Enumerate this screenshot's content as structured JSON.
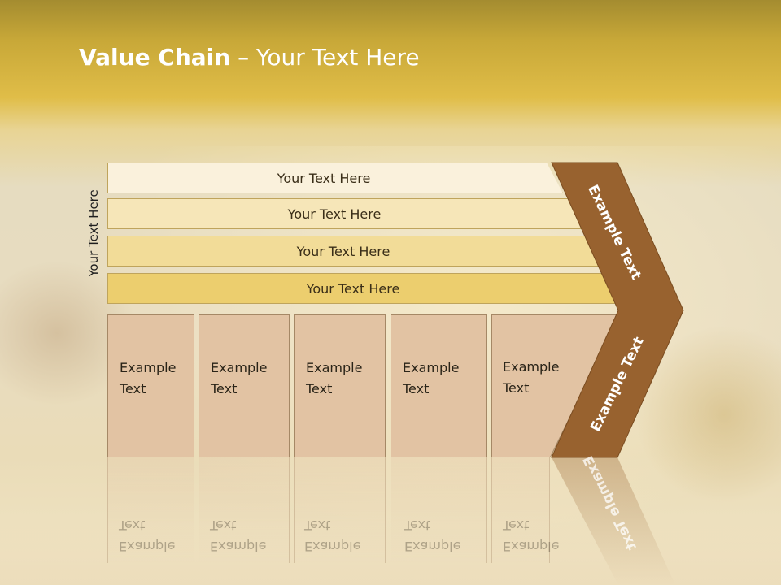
{
  "slide": {
    "title_bold": "Value Chain",
    "title_rest": " – Your Text Here"
  },
  "vertical_label": "Your Text Here",
  "rows": [
    {
      "label": "Your Text Here",
      "color": "#faf1dc"
    },
    {
      "label": "Your Text Here",
      "color": "#f6e6b8"
    },
    {
      "label": "Your Text Here",
      "color": "#f2dc98"
    },
    {
      "label": "Your Text Here",
      "color": "#ecce6e"
    }
  ],
  "columns": [
    {
      "line1": "Example",
      "line2": "Text"
    },
    {
      "line1": "Example",
      "line2": "Text"
    },
    {
      "line1": "Example",
      "line2": "Text"
    },
    {
      "line1": "Example",
      "line2": "Text"
    },
    {
      "line1": "Example",
      "line2": "Text"
    }
  ],
  "chevron": {
    "upper_label": "Example Text",
    "lower_label": "Example Text",
    "color": "#98622f"
  },
  "colors": {
    "column_fill": "#e2c3a3",
    "column_border": "#a58866"
  }
}
